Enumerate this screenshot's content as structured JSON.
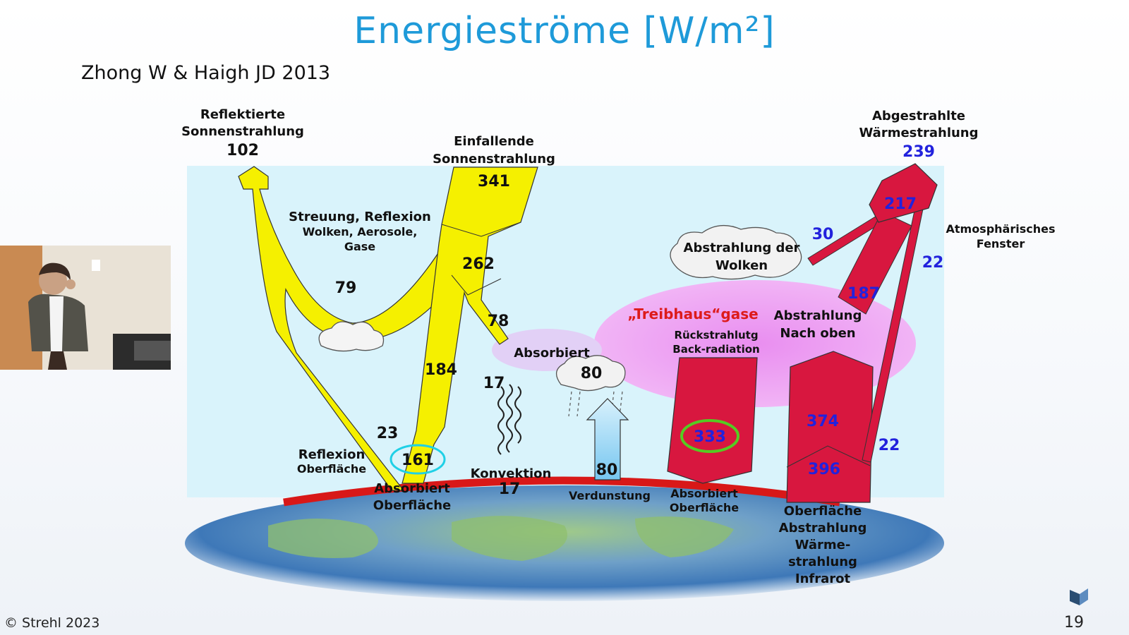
{
  "slide": {
    "title": "Energieströme [W/m²]",
    "subtitle": "Zhong W & Haigh JD 2013",
    "footer": "© Strehl 2023",
    "page_number": "19"
  },
  "colors": {
    "title": "#1e9ad9",
    "solar_flow": "#f5f000",
    "longwave_flow": "#d8173f",
    "greenhouse_gas": "#e07ee8",
    "evaporation": "#8fd1f2",
    "atmosphere_bg": "#d9f3fb",
    "surface_line": "#d81818",
    "highlight_cyan": "#1fd0e6",
    "highlight_green": "#55cc22",
    "blue_value": "#2222dd"
  },
  "labels": {
    "reflected_title1": "Reflektierte",
    "reflected_title2": "Sonnenstrahlung",
    "reflected_value": "102",
    "incoming_title1": "Einfallende",
    "incoming_title2": "Sonnenstrahlung",
    "incoming_value": "341",
    "outgoing_title1": "Abgestrahlte",
    "outgoing_title2": "Wärmestrahlung",
    "outgoing_value": "239",
    "scatter1": "Streuung, Reflexion",
    "scatter2": "Wolken, Aerosole,",
    "scatter3": "Gase",
    "v79": "79",
    "v262": "262",
    "v78": "78",
    "v184": "184",
    "v23": "23",
    "v161": "161",
    "v17a": "17",
    "v17b": "17",
    "v80a": "80",
    "v80b": "80",
    "v333": "333",
    "v374": "374",
    "v396": "396",
    "v217": "217",
    "v187": "187",
    "v30": "30",
    "v22a": "22",
    "v22b": "22",
    "reflexion1": "Reflexion",
    "reflexion2": "Oberfläche",
    "absorbed_surface1a": "Absorbiert",
    "absorbed_surface1b": "Oberfläche",
    "absorbed_atm": "Absorbiert",
    "konvektion": "Konvektion",
    "verdunstung": "Verdunstung",
    "absorbed_surface2a": "Absorbiert",
    "absorbed_surface2b": "Oberfläche",
    "clouds_emit1": "Abstrahlung der",
    "clouds_emit2": "Wolken",
    "window1": "Atmosphärisches",
    "window2": "Fenster",
    "treibhaus": "„Treibhaus“gase",
    "up1": "Abstrahlung",
    "up2": "Nach oben",
    "back1": "Rückstrahlutg",
    "back2": "Back-radiation",
    "surf1": "Oberfläche",
    "surf2": "Abstrahlung",
    "surf3": "Wärme-",
    "surf4": "strahlung",
    "surf5": "Infrarot"
  }
}
